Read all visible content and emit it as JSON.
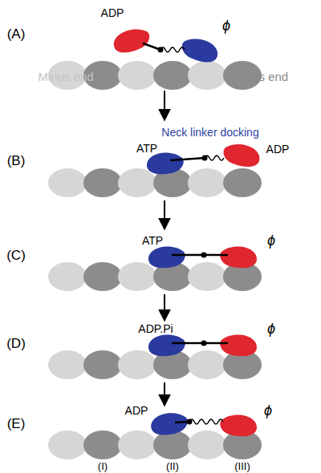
{
  "diagram": {
    "labels": [
      "(A)",
      "ADP",
      "ϕ",
      "Minus end",
      "Plus end",
      "(B)",
      "Neck linker docking",
      "ATP",
      "ADP",
      "(C)",
      "ATP",
      "ϕ",
      "(D)",
      "ADP.Pi",
      "ϕ",
      "(E)",
      "ADP",
      "ϕ",
      "(I)",
      "(II)",
      "(III)"
    ]
  }
}
